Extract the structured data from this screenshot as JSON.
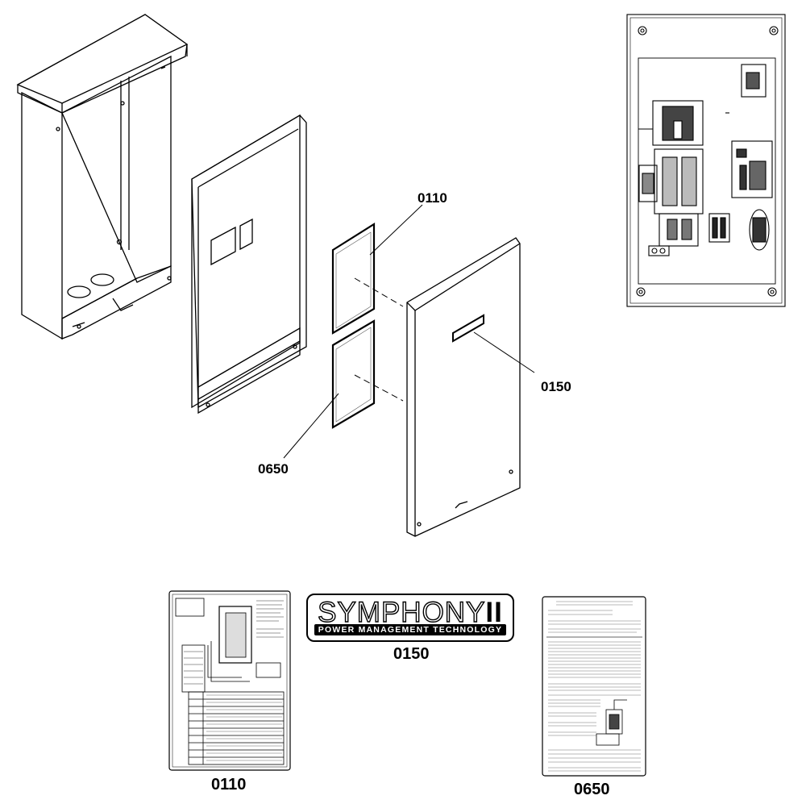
{
  "callouts": {
    "c0110": "0110",
    "c0150": "0150",
    "c0650": "0650"
  },
  "labels": {
    "label_0110": "0110",
    "label_0150": "0150",
    "label_0650": "0650"
  },
  "brand": {
    "title": "SYMPHONY",
    "suffix": "II",
    "subtitle": "POWER MANAGEMENT TECHNOLOGY"
  },
  "colors": {
    "line": "#000000",
    "background": "#ffffff",
    "gray": "#888888"
  }
}
